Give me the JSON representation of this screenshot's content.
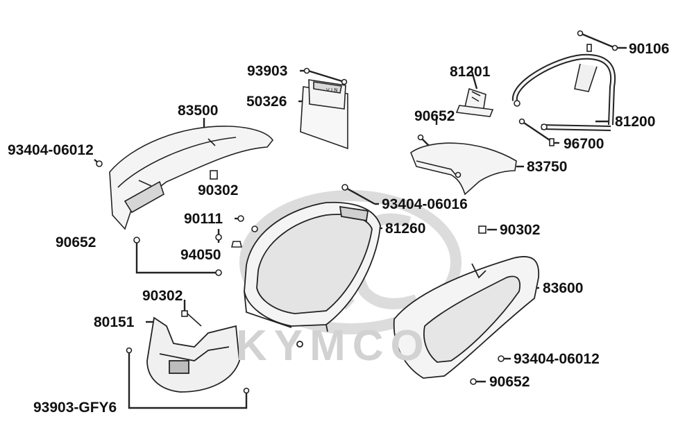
{
  "watermark": {
    "text": "KYMCO"
  },
  "stamp_text": "V I N",
  "colors": {
    "ink": "#111111",
    "line": "#222222",
    "watermark": "#d2d2d2",
    "part_fill": "#f4f4f4",
    "part_shade": "#cfcfcf"
  },
  "labels": {
    "p90106": "90106",
    "p93903_top": "93903",
    "p81201": "81201",
    "p50326": "50326",
    "p83500": "83500",
    "p81200": "81200",
    "p90652_top": "90652",
    "p96700": "96700",
    "p93404_06012_left": "93404-06012",
    "p83750": "83750",
    "p90302_mid": "90302",
    "p93404_06016": "93404-06016",
    "p90111": "90111",
    "p81260": "81260",
    "p90652_left": "90652",
    "p90302_right": "90302",
    "p94050": "94050",
    "p83600": "83600",
    "p90302_low": "90302",
    "p80151": "80151",
    "p93404_06012_right": "93404-06012",
    "p90652_right": "90652",
    "p93903_gfy6": "93903-GFY6"
  }
}
